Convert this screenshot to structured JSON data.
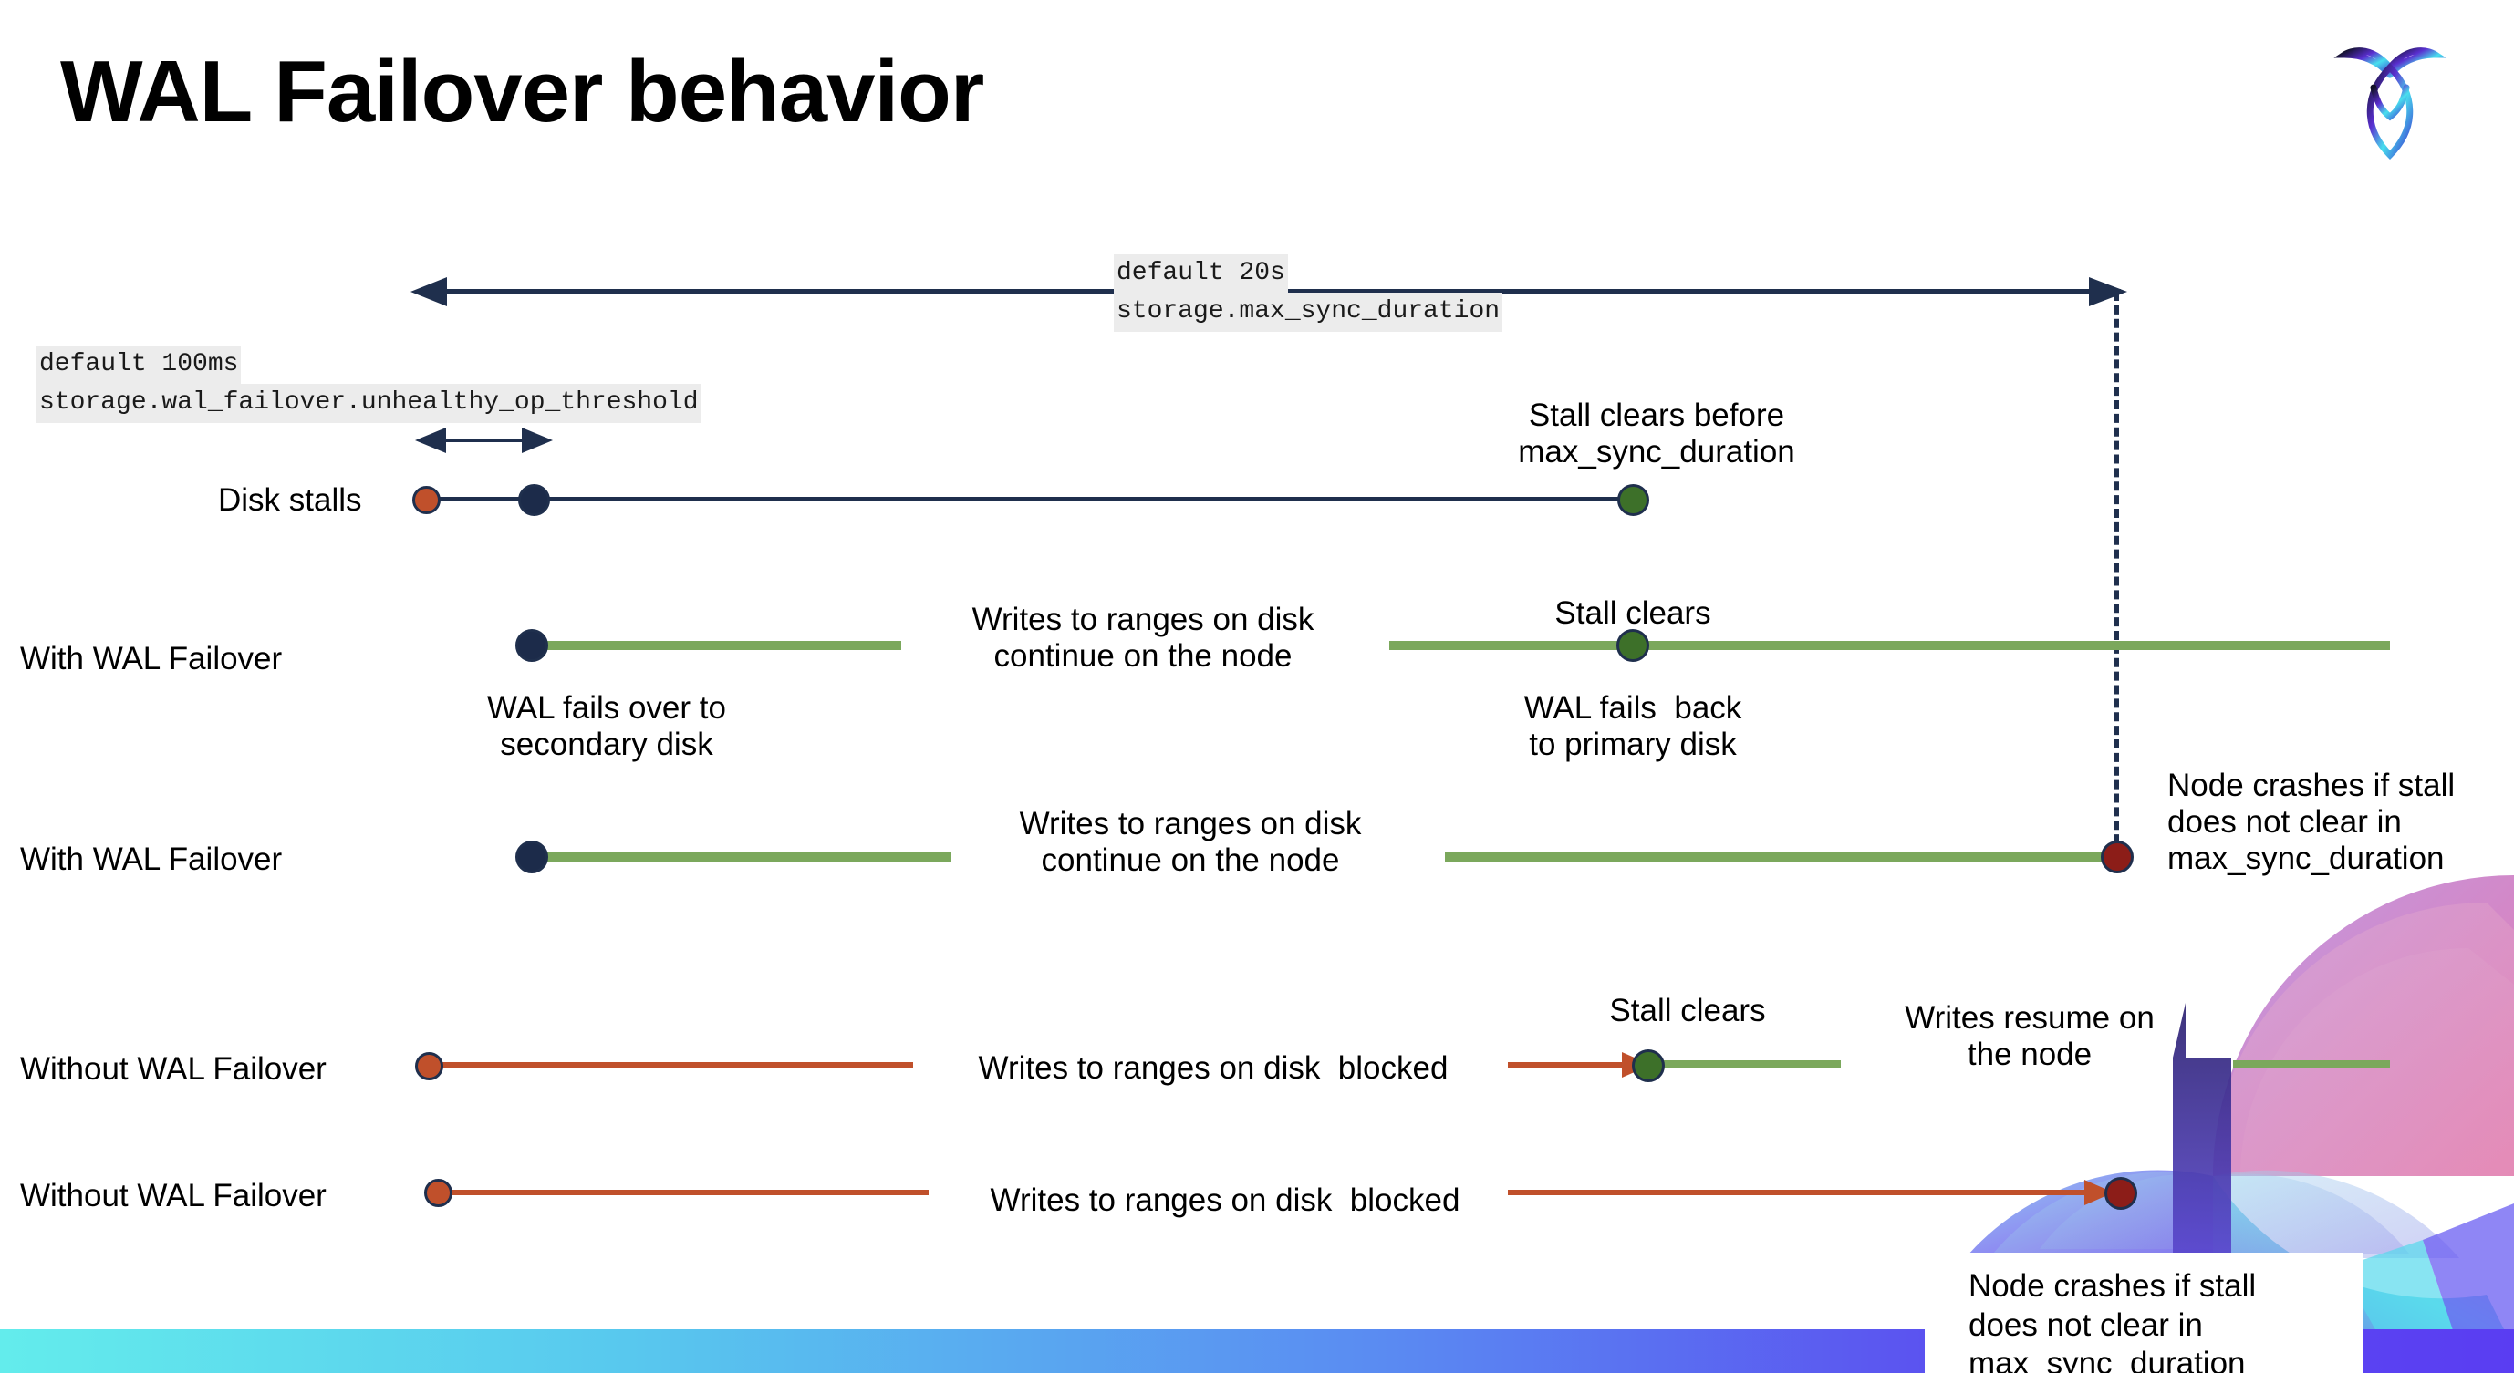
{
  "slide": {
    "title": "WAL Failover behavior",
    "logo_name": "cockroachdb-logo"
  },
  "settings": {
    "max_sync": {
      "default_label": "default 20s",
      "setting_name": "storage.max_sync_duration"
    },
    "unhealthy_op": {
      "default_label": "default 100ms",
      "setting_name": "storage.wal_failover.unhealthy_op_threshold"
    }
  },
  "rows": [
    {
      "label": "Disk stalls",
      "annotation": "Stall clears before\nmax_sync_duration"
    },
    {
      "label": "With WAL Failover",
      "ann_writes": "Writes to ranges on disk\ncontinue on the node",
      "ann_stall_clears": "Stall clears",
      "ann_fails_back": "WAL fails  back\nto primary disk",
      "ann_fails_over": "WAL fails over to\nsecondary disk"
    },
    {
      "label": "With WAL Failover",
      "ann_writes": "Writes to ranges on disk\ncontinue on the node",
      "ann_crash": "Node crashes if stall\ndoes not clear in\nmax_sync_duration"
    },
    {
      "label": "Without WAL Failover",
      "ann_blocked": "Writes to ranges on disk  blocked",
      "ann_stall_clears": "Stall clears",
      "ann_resume": "Writes resume on\nthe node"
    },
    {
      "label": "Without WAL Failover",
      "ann_blocked": "Writes to ranges on disk  blocked",
      "ann_crash": "Node crashes if stall\ndoes not clear in\nmax_sync_duration"
    }
  ],
  "colors": {
    "navy": "#1f2f4d",
    "green_line": "#7ba85c",
    "green_dot": "#3d7029",
    "orange": "#c0502b",
    "dark_red": "#8c1d18",
    "strip_start": "#63ecec",
    "strip_end": "#5a3df2"
  }
}
